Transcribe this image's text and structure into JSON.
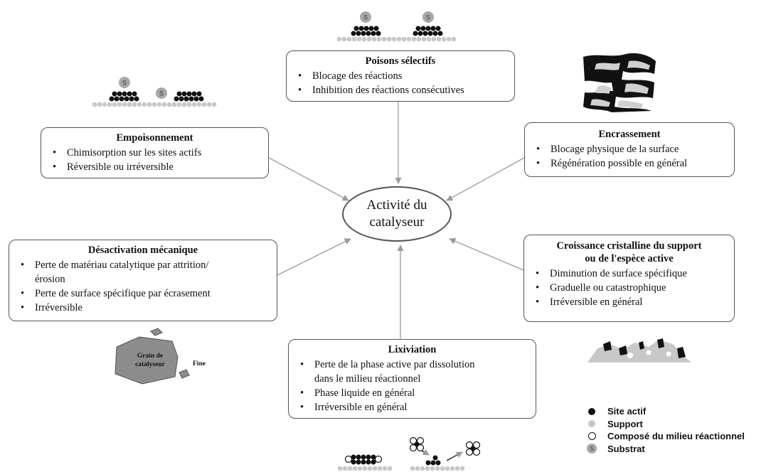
{
  "center": {
    "line1": "Activité du",
    "line2": "catalyseur"
  },
  "boxes": {
    "poisons": {
      "title": "Poisons sélectifs",
      "items": [
        "Blocage des réactions",
        "Inhibition des réactions consécutives"
      ]
    },
    "empoisonnement": {
      "title": "Empoisonnement",
      "items": [
        "Chimisorption sur les sites actifs",
        "Réversible ou irréversible"
      ]
    },
    "encrassement": {
      "title": "Encrassement",
      "items": [
        "Blocage physique de la surface",
        "Régénération possible en général"
      ]
    },
    "desactivation": {
      "title": "Désactivation mécanique",
      "items": [
        "Perte de matériau catalytique par attrition/",
        "érosion",
        "Perte de surface spécifique par écrasement",
        "Irréversible"
      ]
    },
    "croissance": {
      "title_line1": "Croissance cristalline du support",
      "title_line2": "ou de l'espèce active",
      "items": [
        "Diminution de surface spécifique",
        "Graduelle ou catastrophique",
        "Irréversible en général"
      ]
    },
    "lixiviation": {
      "title": "Lixiviation",
      "items": [
        "Perte de la phase active par dissolution",
        "dans le milieu réactionnel",
        "Phase liquide en général",
        "Irréversible en général"
      ]
    }
  },
  "grain": {
    "line1": "Grain de",
    "line2": "catalyseur",
    "fine": "Fine"
  },
  "substrate_label": "S",
  "legend": [
    {
      "label": "Site actif",
      "kind": "filled"
    },
    {
      "label": "Support",
      "kind": "gray"
    },
    {
      "label": "Composé du milieu réactionnel",
      "kind": "open"
    },
    {
      "label": "Substrat",
      "kind": "substrate"
    }
  ],
  "colors": {
    "site_actif": "#111111",
    "support": "#c8c8c8",
    "substrat": "#a8a8a8",
    "border": "#555555",
    "arrow": "#9a9a9a"
  }
}
